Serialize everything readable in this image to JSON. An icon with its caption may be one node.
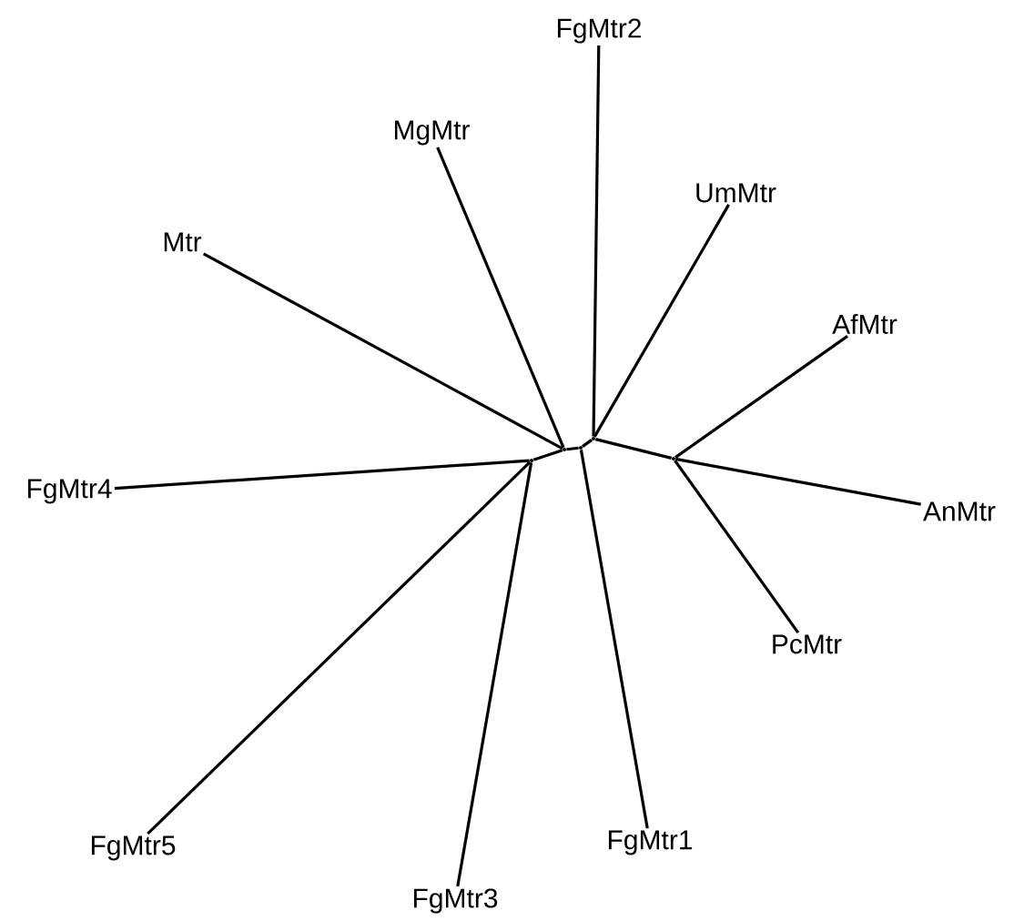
{
  "diagram": {
    "nodes": [
      {
        "text": [
          "FgMtr2"
        ]
      },
      {
        "text": [
          "MgMtr"
        ]
      },
      {
        "text": [
          "UmMtr"
        ]
      },
      {
        "text": [
          "Mtr"
        ]
      },
      {
        "text": [
          "AfMtr"
        ]
      },
      {
        "text": [
          "FgMtr4"
        ]
      },
      {
        "text": [
          "AnMtr"
        ]
      },
      {
        "text": [
          "PcMtr"
        ]
      },
      {
        "text": [
          "FgMtr1"
        ]
      },
      {
        "text": [
          "FgMtr5"
        ]
      },
      {
        "text": [
          "FgMtr3"
        ]
      },
      {
        "text": [],
        "shape": "point"
      },
      {
        "text": [],
        "shape": "point"
      },
      {
        "text": [],
        "shape": "point"
      },
      {
        "text": [],
        "shape": "point"
      },
      {
        "text": [],
        "shape": "point"
      }
    ],
    "edges": [
      {
        "from": 11,
        "to": 3,
        "arrow": "none"
      },
      {
        "from": 11,
        "to": 1,
        "arrow": "none"
      },
      {
        "from": 11,
        "to": 15,
        "arrow": "none"
      },
      {
        "from": 11,
        "to": 12,
        "arrow": "none"
      },
      {
        "from": 12,
        "to": 8,
        "arrow": "none"
      },
      {
        "from": 12,
        "to": 13,
        "arrow": "none"
      },
      {
        "from": 13,
        "to": 0,
        "arrow": "none"
      },
      {
        "from": 13,
        "to": 2,
        "arrow": "none"
      },
      {
        "from": 13,
        "to": 14,
        "arrow": "none"
      },
      {
        "from": 14,
        "to": 4,
        "arrow": "none"
      },
      {
        "from": 14,
        "to": 6,
        "arrow": "none"
      },
      {
        "from": 14,
        "to": 7,
        "arrow": "none"
      },
      {
        "from": 15,
        "to": 5,
        "arrow": "none"
      },
      {
        "from": 15,
        "to": 9,
        "arrow": "none"
      },
      {
        "from": 15,
        "to": 10,
        "arrow": "none"
      }
    ]
  }
}
